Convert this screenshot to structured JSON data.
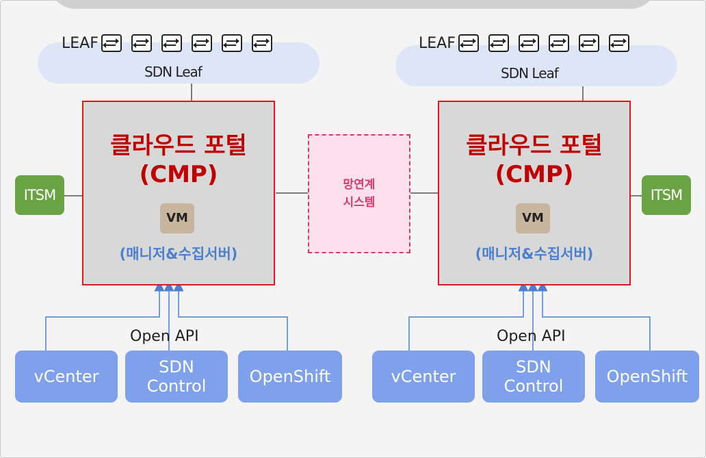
{
  "left": {
    "leaf_label": "LEAF",
    "cloud_label": "SDN Leaf",
    "cmp_title_line1": "클라우드 포털",
    "cmp_title_line2": "(CMP)",
    "vm_label": "VM",
    "cmp_subtitle": "(매니저&수집서버)",
    "itsm_label": "ITSM",
    "api_label": "Open API",
    "sources": [
      "vCenter",
      "SDN Control",
      "OpenShift"
    ]
  },
  "right": {
    "leaf_label": "LEAF",
    "cloud_label": "SDN Leaf",
    "cmp_title_line1": "클라우드 포털",
    "cmp_title_line2": "(CMP)",
    "vm_label": "VM",
    "cmp_subtitle": "(매니저&수집서버)",
    "itsm_label": "ITSM",
    "api_label": "Open API",
    "sources": [
      "vCenter",
      "SDN Control",
      "OpenShift"
    ]
  },
  "bridge": {
    "line1": "망연계",
    "line2": "시스템"
  },
  "colors": {
    "cmp_border": "#e3151a",
    "cmp_title": "#c00000",
    "subtitle": "#4a7fd0",
    "itsm": "#6aa343",
    "source": "#7fa0ea",
    "bridge_border": "#d8396a",
    "cloud": "#dde6f6"
  },
  "icons": [
    "network-switch-icon"
  ]
}
